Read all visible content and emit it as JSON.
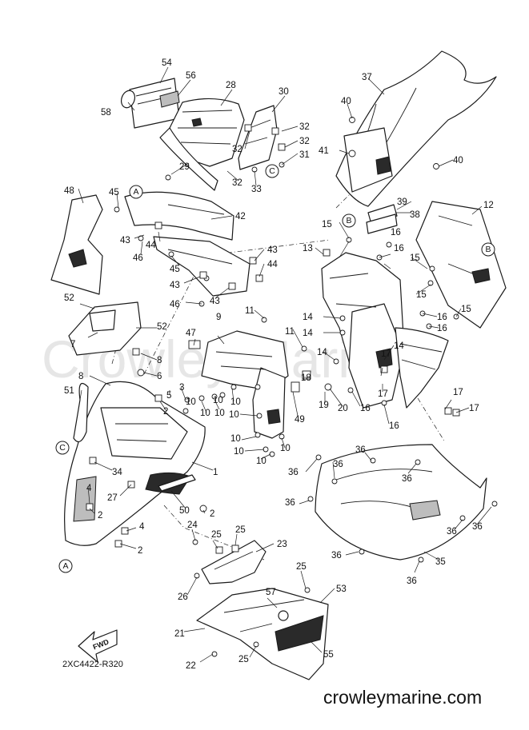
{
  "watermark": "Crowley Marine",
  "diagram_code": "2XC4422-R320",
  "brand_text": "crowleymarine.com",
  "fwd_label": "FWD",
  "ref_letters": [
    "A",
    "B",
    "C"
  ],
  "callouts": [
    "1",
    "2",
    "3",
    "4",
    "5",
    "6",
    "7",
    "8",
    "9",
    "10",
    "11",
    "12",
    "13",
    "14",
    "15",
    "16",
    "17",
    "18",
    "19",
    "20",
    "21",
    "22",
    "23",
    "24",
    "25",
    "26",
    "27",
    "28",
    "29",
    "30",
    "31",
    "32",
    "33",
    "34",
    "35",
    "36",
    "37",
    "38",
    "39",
    "40",
    "41",
    "42",
    "43",
    "44",
    "45",
    "46",
    "47",
    "48",
    "49",
    "50",
    "51",
    "52",
    "53",
    "54",
    "55",
    "56",
    "57",
    "58"
  ]
}
